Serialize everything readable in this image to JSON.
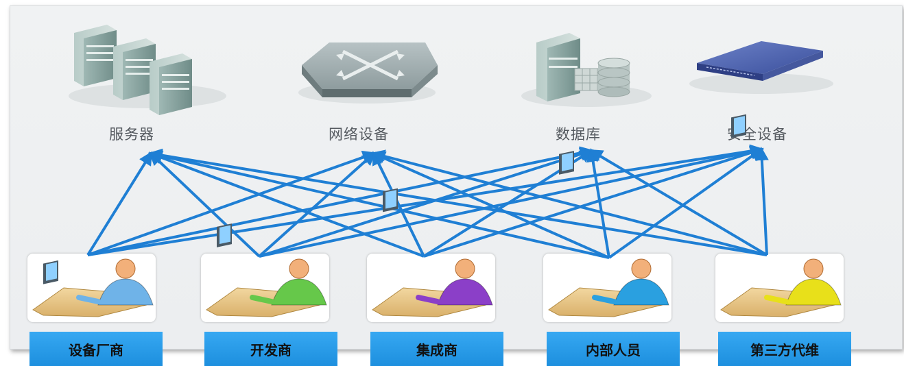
{
  "devices": [
    {
      "id": "server",
      "label": "服务器",
      "icon": "server-rack-icon"
    },
    {
      "id": "network",
      "label": "网络设备",
      "icon": "network-switch-icon"
    },
    {
      "id": "database",
      "label": "数据库",
      "icon": "database-server-icon"
    },
    {
      "id": "security",
      "label": "安全设备",
      "icon": "security-appliance-icon"
    }
  ],
  "roles": [
    {
      "id": "vendor",
      "label": "设备厂商",
      "icon": "person-at-computer-icon",
      "color": "#6fb3e8"
    },
    {
      "id": "developer",
      "label": "开发商",
      "icon": "person-at-computer-icon",
      "color": "#66c84a"
    },
    {
      "id": "integrator",
      "label": "集成商",
      "icon": "person-with-headset-icon",
      "color": "#8b3fc8"
    },
    {
      "id": "staff",
      "label": "内部人员",
      "icon": "person-at-computer-icon",
      "color": "#2aa0e0"
    },
    {
      "id": "third_party",
      "label": "第三方代维",
      "icon": "person-at-computer-icon",
      "color": "#e8e01a"
    }
  ],
  "connections": [
    [
      "vendor",
      "server"
    ],
    [
      "vendor",
      "network"
    ],
    [
      "vendor",
      "database"
    ],
    [
      "vendor",
      "security"
    ],
    [
      "developer",
      "server"
    ],
    [
      "developer",
      "network"
    ],
    [
      "developer",
      "database"
    ],
    [
      "developer",
      "security"
    ],
    [
      "integrator",
      "server"
    ],
    [
      "integrator",
      "network"
    ],
    [
      "integrator",
      "database"
    ],
    [
      "integrator",
      "security"
    ],
    [
      "staff",
      "server"
    ],
    [
      "staff",
      "network"
    ],
    [
      "staff",
      "database"
    ],
    [
      "staff",
      "security"
    ],
    [
      "third_party",
      "server"
    ],
    [
      "third_party",
      "network"
    ],
    [
      "third_party",
      "database"
    ],
    [
      "third_party",
      "security"
    ]
  ],
  "colors": {
    "arrow": "#1f7fd4",
    "label_bg": "#2b9cea"
  }
}
